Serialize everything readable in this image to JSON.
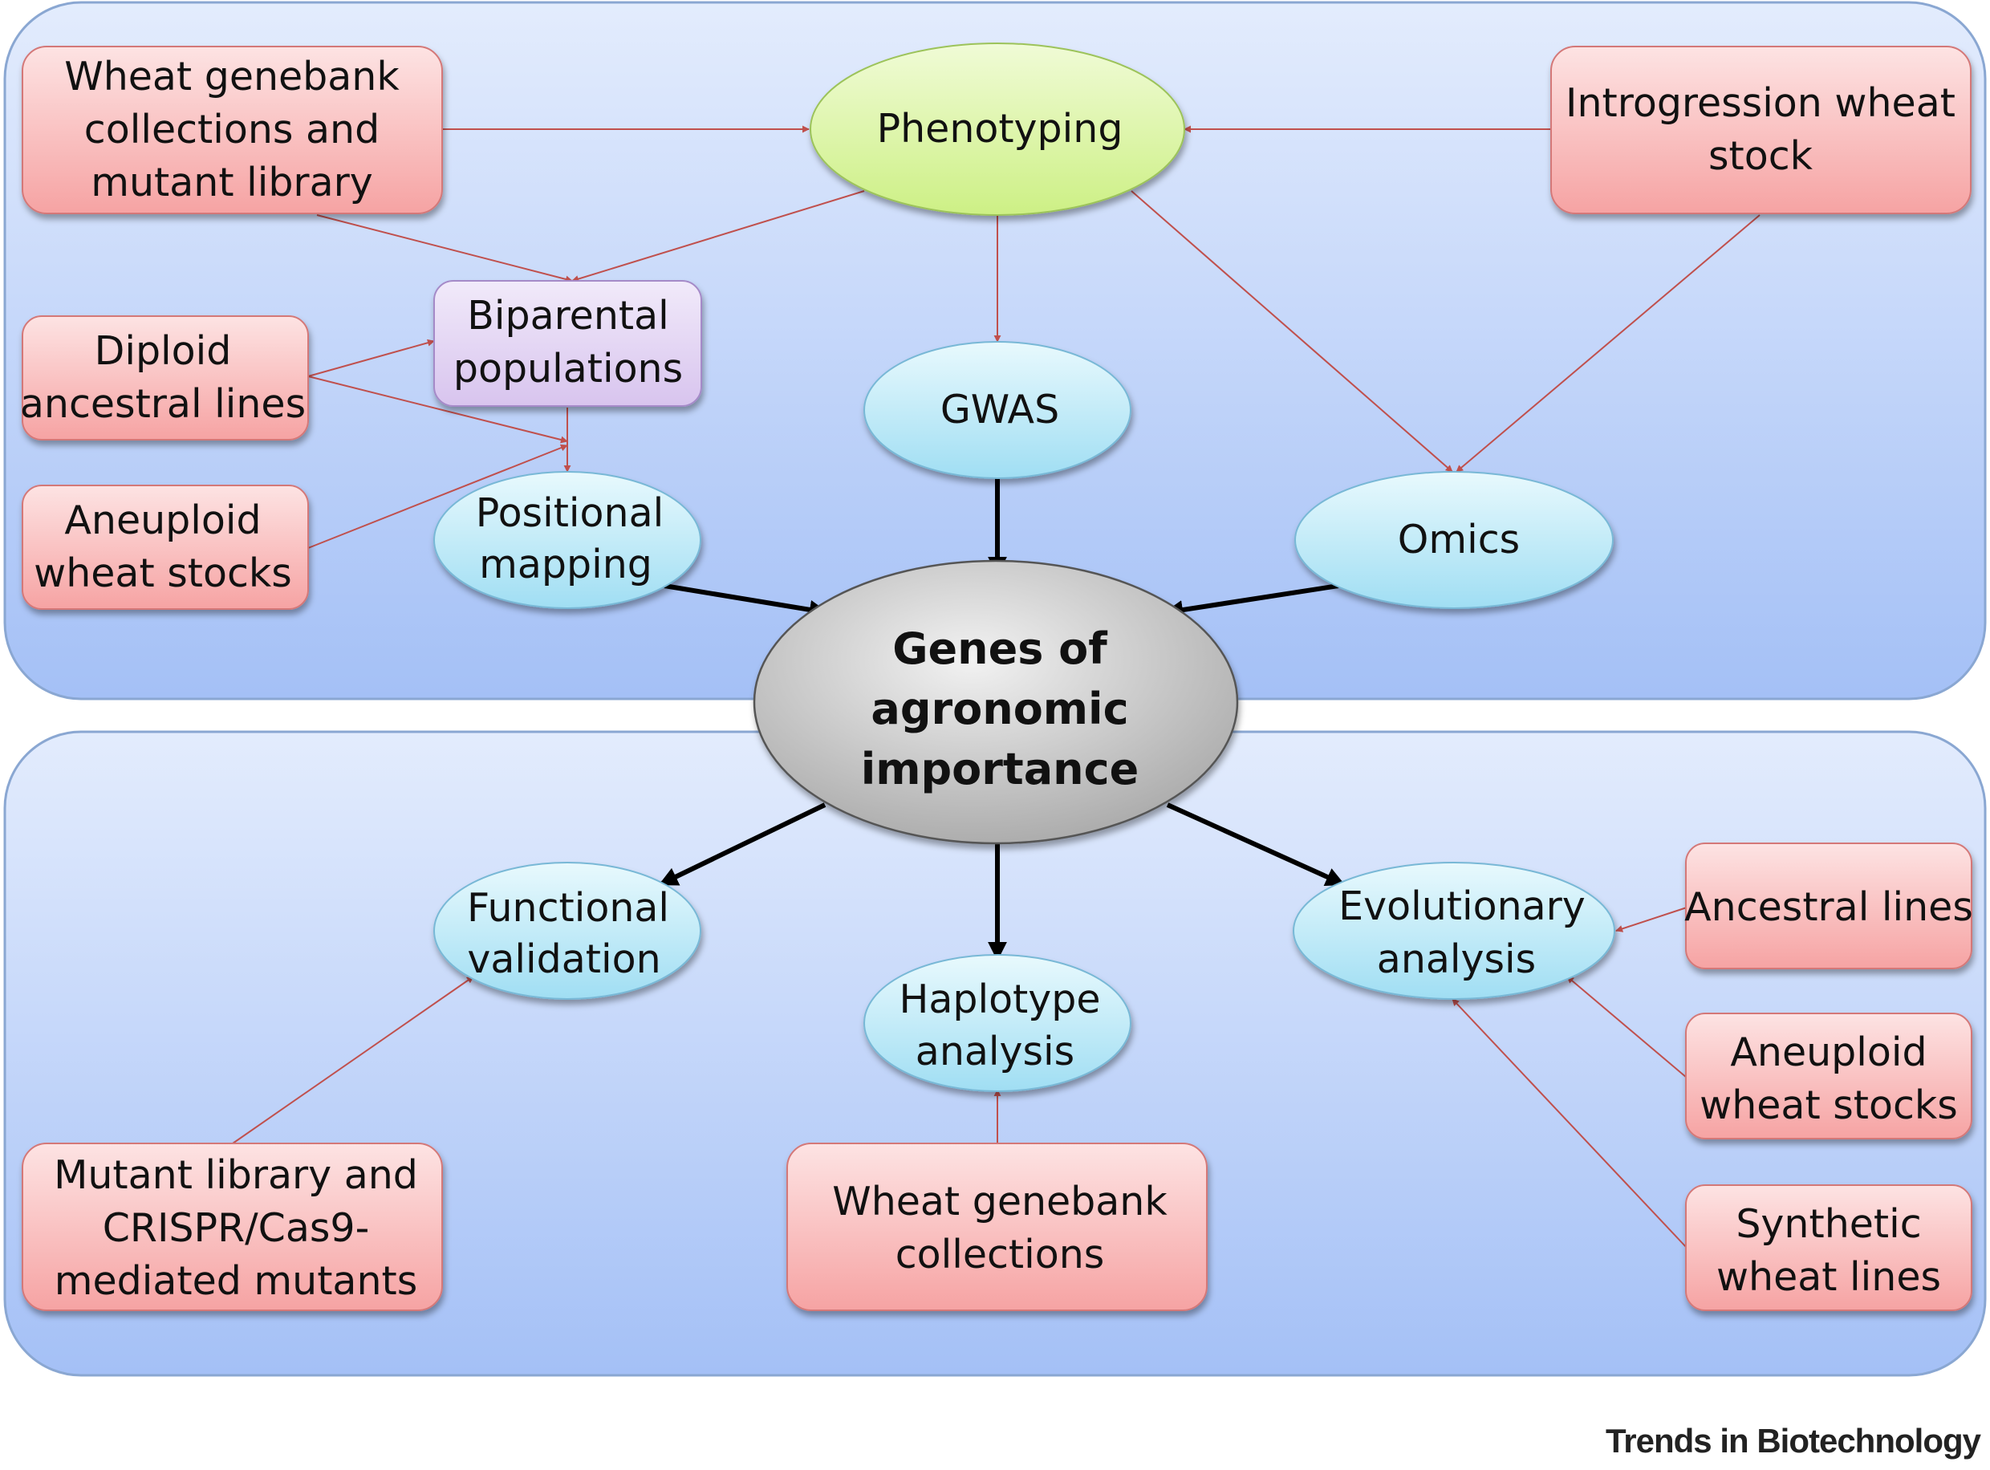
{
  "center": {
    "lines": [
      "Genes of",
      "agronomic",
      "importance"
    ]
  },
  "top_panel": {
    "nodes": {
      "genebank_mutant": {
        "lines": [
          "Wheat genebank",
          "collections and",
          "mutant library"
        ]
      },
      "phenotyping": {
        "lines": [
          "Phenotyping"
        ]
      },
      "introgression": {
        "lines": [
          "Introgression wheat",
          "stock"
        ]
      },
      "biparental": {
        "lines": [
          "Biparental",
          "populations"
        ]
      },
      "diploid": {
        "lines": [
          "Diploid",
          "ancestral lines"
        ]
      },
      "aneuploid_top": {
        "lines": [
          "Aneuploid",
          "wheat stocks"
        ]
      },
      "positional": {
        "lines": [
          "Positional",
          "mapping"
        ]
      },
      "gwas": {
        "lines": [
          "GWAS"
        ]
      },
      "omics": {
        "lines": [
          "Omics"
        ]
      }
    }
  },
  "bottom_panel": {
    "nodes": {
      "functional": {
        "lines": [
          "Functional",
          "validation"
        ]
      },
      "haplotype": {
        "lines": [
          "Haplotype",
          "analysis"
        ]
      },
      "evolutionary": {
        "lines": [
          "Evolutionary",
          "analysis"
        ]
      },
      "mutant_crispr": {
        "lines": [
          "Mutant library and",
          "CRISPR/Cas9-",
          "mediated mutants"
        ]
      },
      "genebank": {
        "lines": [
          "Wheat genebank",
          "collections"
        ]
      },
      "ancestral": {
        "lines": [
          "Ancestral lines"
        ]
      },
      "aneuploid_bottom": {
        "lines": [
          "Aneuploid",
          "wheat stocks"
        ]
      },
      "synthetic": {
        "lines": [
          "Synthetic",
          "wheat lines"
        ]
      }
    }
  },
  "source_label": "Trends in Biotechnology",
  "colors": {
    "panel_top": "#e3ecfd",
    "panel_bottom": "#a4c0f6",
    "panel_border": "#8aa7d2",
    "box_fill_light": "#fde3e3",
    "box_fill_dark": "#f6a0a0",
    "box_border": "#d47878",
    "oval_fill_light": "#e6f8fd",
    "oval_fill_dark": "#9fdff4",
    "oval_border": "#78b8d6",
    "phenotyping_fill": "#dcf6a6",
    "biparental_fill": "#e6d9f4",
    "center_fill": "#c2c2c2",
    "thin_arrow": "#c0504d",
    "thick_arrow": "#000000"
  }
}
